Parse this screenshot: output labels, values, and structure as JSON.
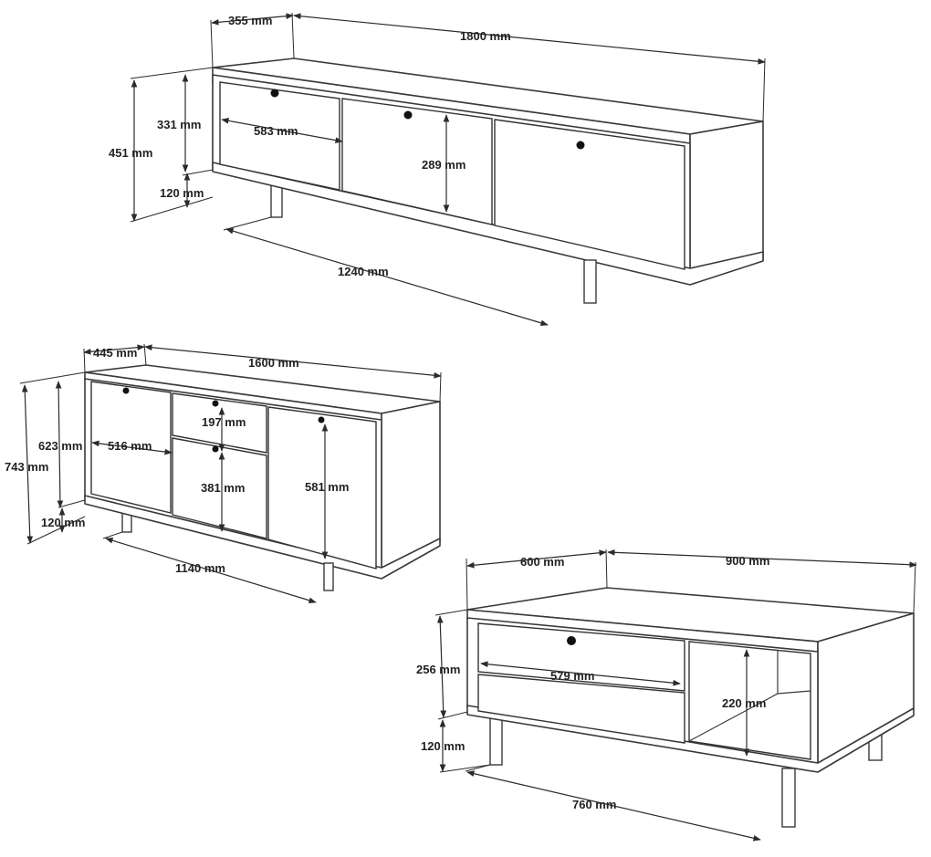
{
  "tv_unit": {
    "depth": "355 mm",
    "width": "1800 mm",
    "total_height": "451 mm",
    "body_height": "331 mm",
    "leg_height": "120 mm",
    "door_width": "583 mm",
    "door_height": "289 mm",
    "leg_span": "1240 mm"
  },
  "sideboard": {
    "depth": "445 mm",
    "width": "1600 mm",
    "total_height": "743 mm",
    "body_height": "623 mm",
    "leg_height": "120 mm",
    "drawer_height": "197 mm",
    "door_width": "516 mm",
    "middle_door_height": "381 mm",
    "right_door_height": "581 mm",
    "leg_span": "1140 mm"
  },
  "coffee_table": {
    "depth": "600 mm",
    "width": "900 mm",
    "body_height": "256 mm",
    "leg_height": "120 mm",
    "drawer_width": "579 mm",
    "shelf_height": "220 mm",
    "leg_span": "760 mm"
  }
}
